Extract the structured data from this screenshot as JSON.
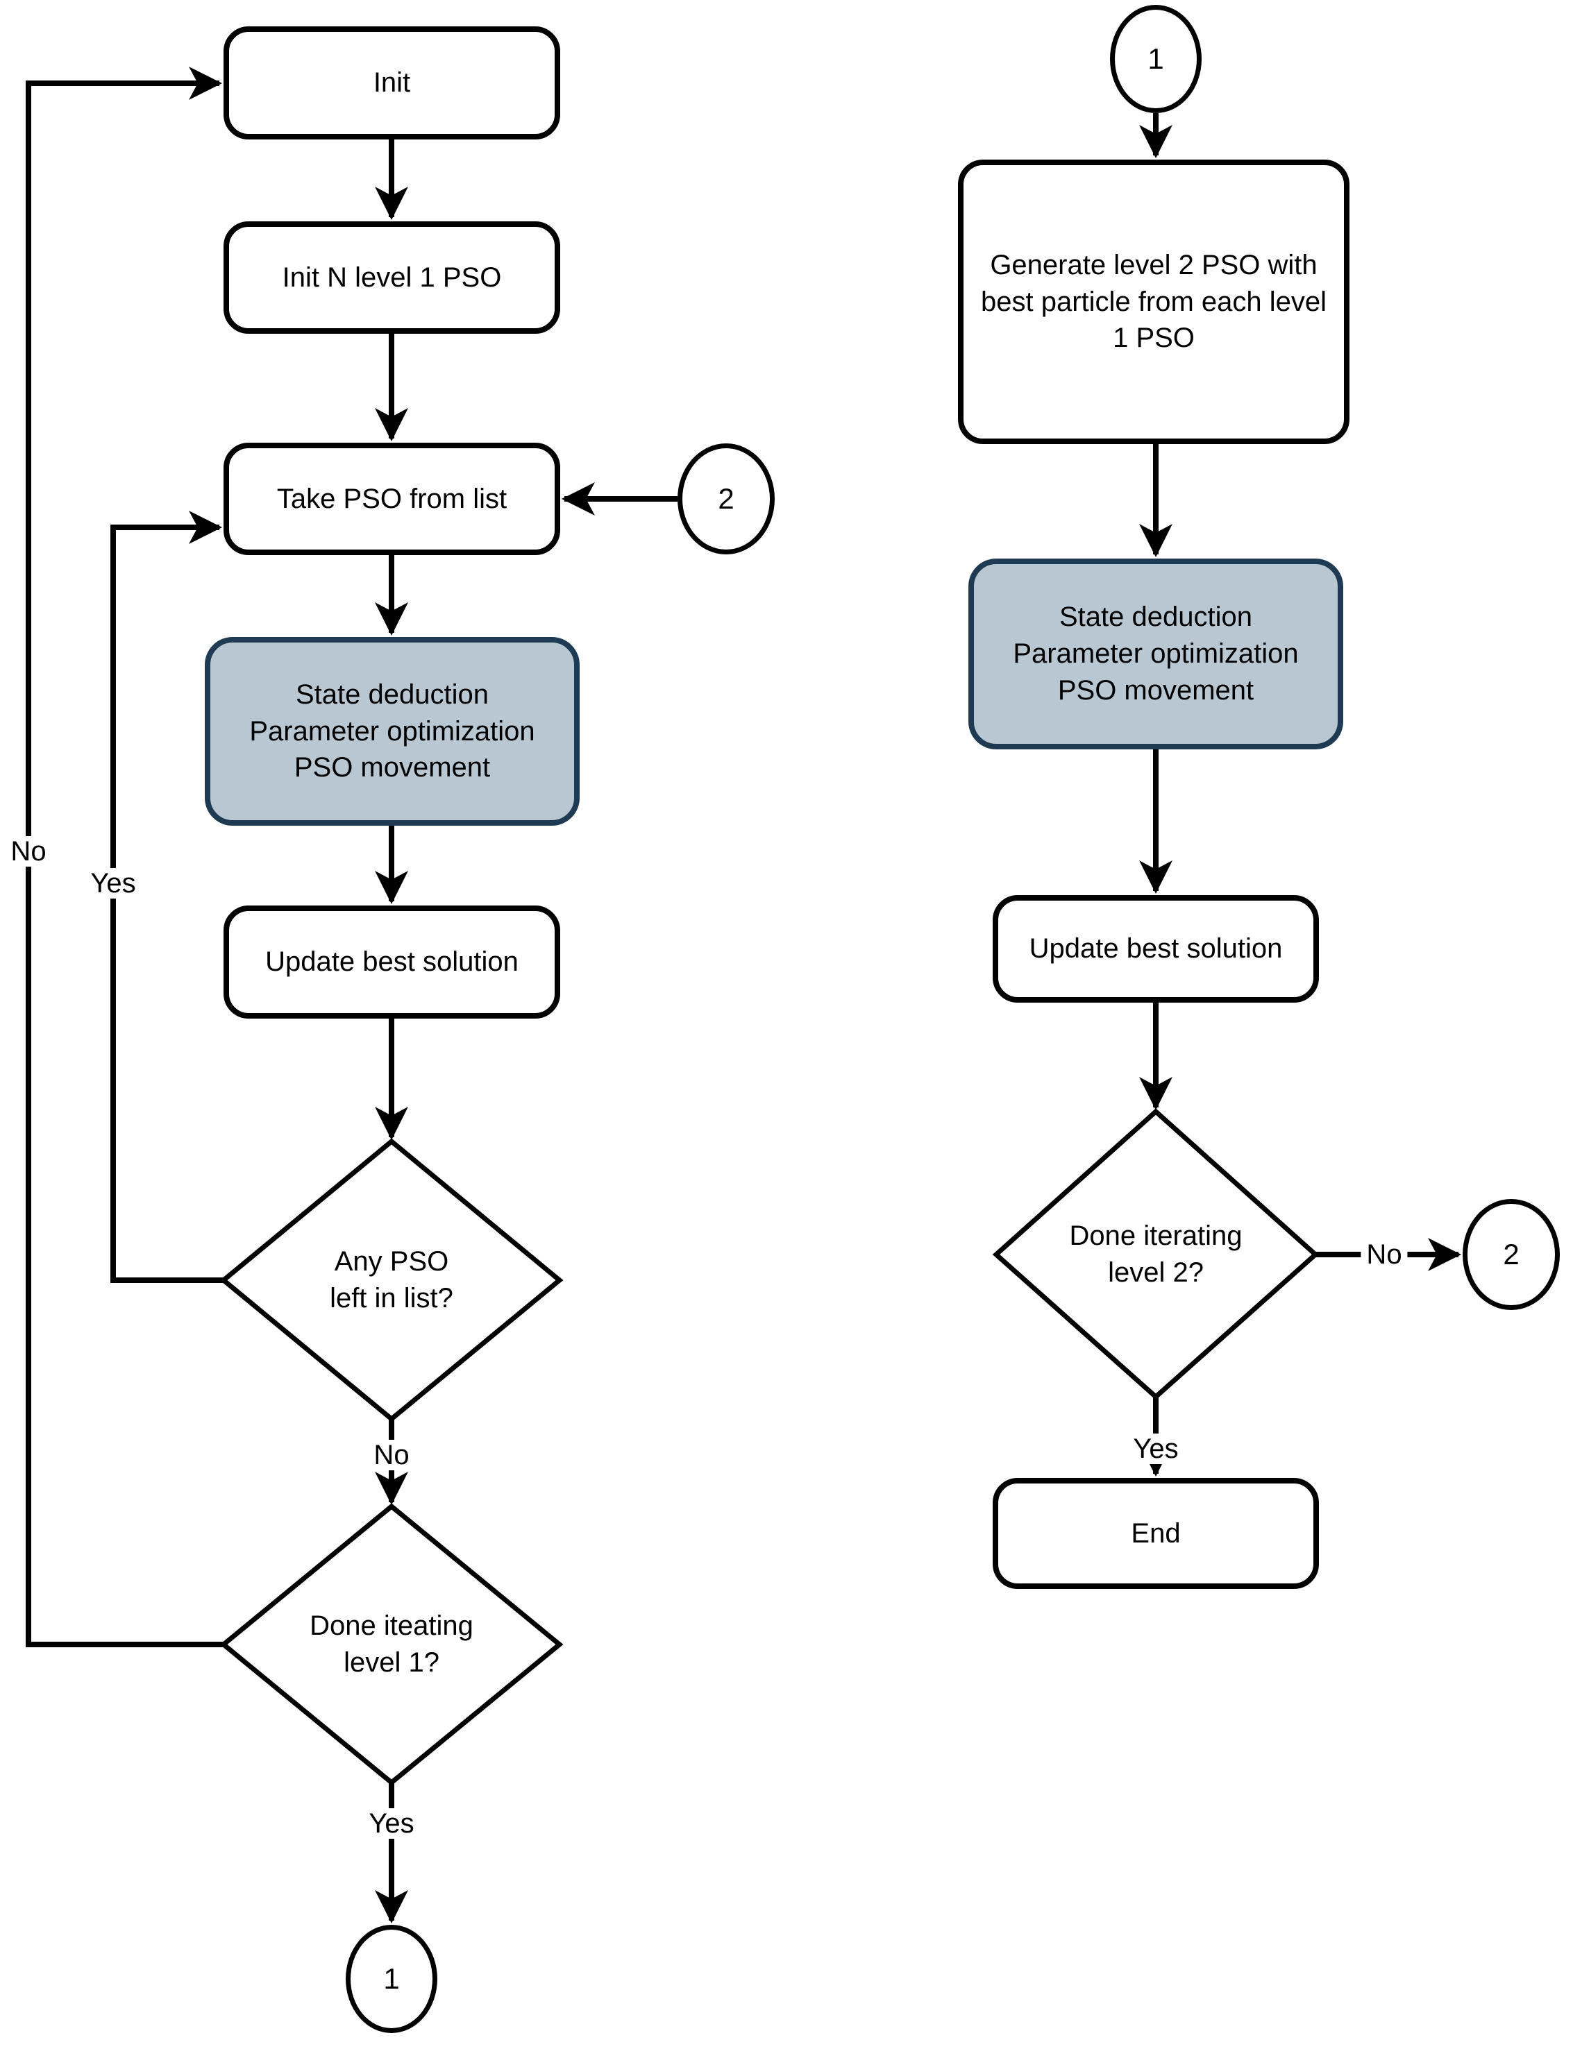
{
  "colors": {
    "background": "#ffffff",
    "line": "#000000",
    "node_fill": "#ffffff",
    "node_border": "#000000",
    "shaded_fill": "#b9c7d2",
    "shaded_border": "#1f3b53"
  },
  "left_column": {
    "init_label": "Init",
    "init_n_label": "Init N level 1 PSO",
    "take_pso_label": "Take PSO from list",
    "connector_in": "2",
    "shaded": {
      "lines": [
        "State deduction",
        "Parameter optimization",
        "PSO movement"
      ]
    },
    "update_label": "Update best solution",
    "diamond_any": {
      "lines": [
        "Any PSO",
        "left in list?"
      ]
    },
    "diamond_done": {
      "lines": [
        "Done iteating",
        "level 1?"
      ]
    },
    "labels": {
      "no_outer_loop": "No",
      "yes_inner_loop": "Yes",
      "no_between_diamonds": "No",
      "yes_to_connector": "Yes"
    },
    "connector_out": "1"
  },
  "right_column": {
    "connector_in": "1",
    "generate": {
      "lines": [
        "Generate level 2 PSO with",
        "best particle from each level",
        "1 PSO"
      ]
    },
    "shaded": {
      "lines": [
        "State deduction",
        "Parameter optimization",
        "PSO movement"
      ]
    },
    "update_label": "Update best solution",
    "diamond": {
      "lines": [
        "Done iterating",
        "level 2?"
      ]
    },
    "labels": {
      "no_to_connector": "No",
      "yes_to_end": "Yes"
    },
    "connector_out": "2",
    "end_label": "End"
  }
}
